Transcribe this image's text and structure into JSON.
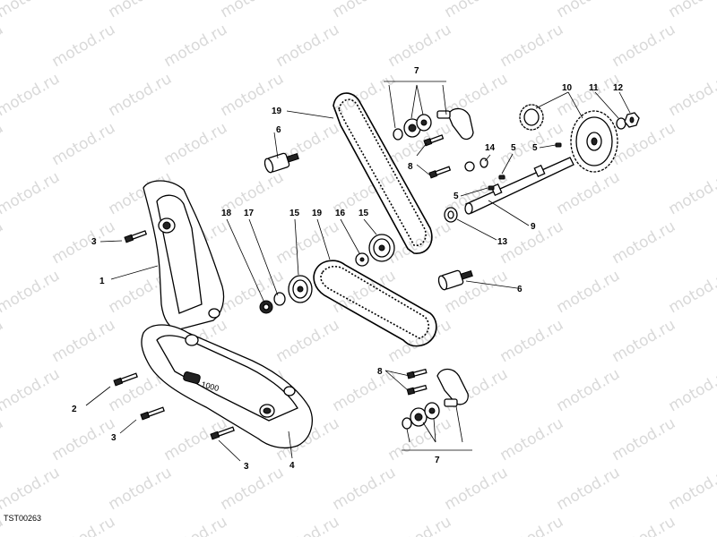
{
  "watermark": {
    "text": "motod.ru"
  },
  "drawing_code": "TST00263",
  "callouts": {
    "c1": "1",
    "c2": "2",
    "c3a": "3",
    "c3b": "3",
    "c3c": "3",
    "c4": "4",
    "c5a": "5",
    "c5b": "5",
    "c5c": "5",
    "c6a": "6",
    "c6b": "6",
    "c7a": "7",
    "c7b": "7",
    "c8a": "8",
    "c8b": "8",
    "c9": "9",
    "c10": "10",
    "c11": "11",
    "c12": "12",
    "c13": "13",
    "c14": "14",
    "c15a": "15",
    "c15b": "15",
    "c16": "16",
    "c17": "17",
    "c18": "18",
    "c19a": "19",
    "c19b": "19"
  },
  "cover_badge": {
    "text": "1000"
  }
}
